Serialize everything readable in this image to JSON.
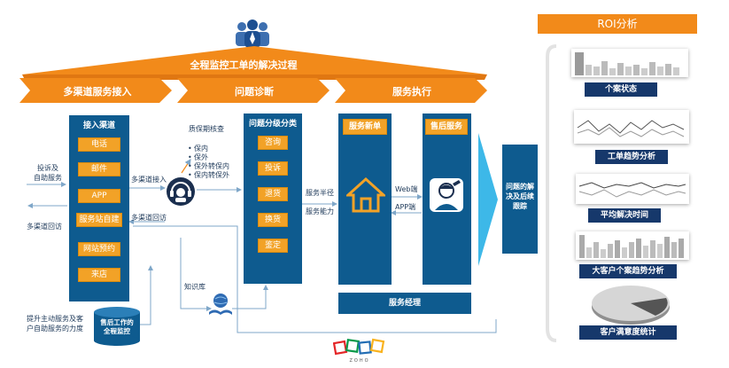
{
  "banner": {
    "title": "全程监控工单的解决过程"
  },
  "stages": [
    {
      "label": "多渠道服务接入"
    },
    {
      "label": "问题诊断"
    },
    {
      "label": "服务执行"
    }
  ],
  "access_channels": {
    "title": "接入渠道",
    "items": [
      "电话",
      "邮件",
      "APP",
      "服务站自建",
      "网站预约",
      "来店"
    ]
  },
  "left_notes": {
    "complaint": "投诉及\n自助服务",
    "callback": "多渠道回访",
    "self_service": "提升主动服务及客\n户自助服务的力度",
    "monitor": "售后工作的\n全程监控"
  },
  "flow_labels": {
    "multi_access": "多渠道接入",
    "multi_callback": "多渠道回访",
    "warranty_check": "质保期核查",
    "knowledge_base": "知识库",
    "service_radius": "服务半径",
    "service_capacity": "服务能力",
    "web": "Web端",
    "app": "APP端"
  },
  "warranty_items": [
    "保内",
    "保外",
    "保外转保内",
    "保内转保外"
  ],
  "classification": {
    "title": "问题分级分类",
    "items": [
      "咨询",
      "投诉",
      "退货",
      "换货",
      "鉴定"
    ]
  },
  "execution": {
    "new_service": "服务新单",
    "after_sales": "售后服务",
    "manager": "服务经理"
  },
  "followup": "问题的解\n决及后续\n跟踪",
  "roi": {
    "title": "ROI分析",
    "panels": [
      {
        "label": "个案状态"
      },
      {
        "label": "工单趋势分析"
      },
      {
        "label": "平均解决时间"
      },
      {
        "label": "大客户个案趋势分析"
      },
      {
        "label": "客户满意度统计"
      }
    ]
  },
  "logo": {
    "text": "ZOHO"
  },
  "colors": {
    "orange": "#f28a1a",
    "navy": "#16386b",
    "blue": "#0e5b8f",
    "cyan": "#3db8e8",
    "button_orange": "#f2a227"
  }
}
